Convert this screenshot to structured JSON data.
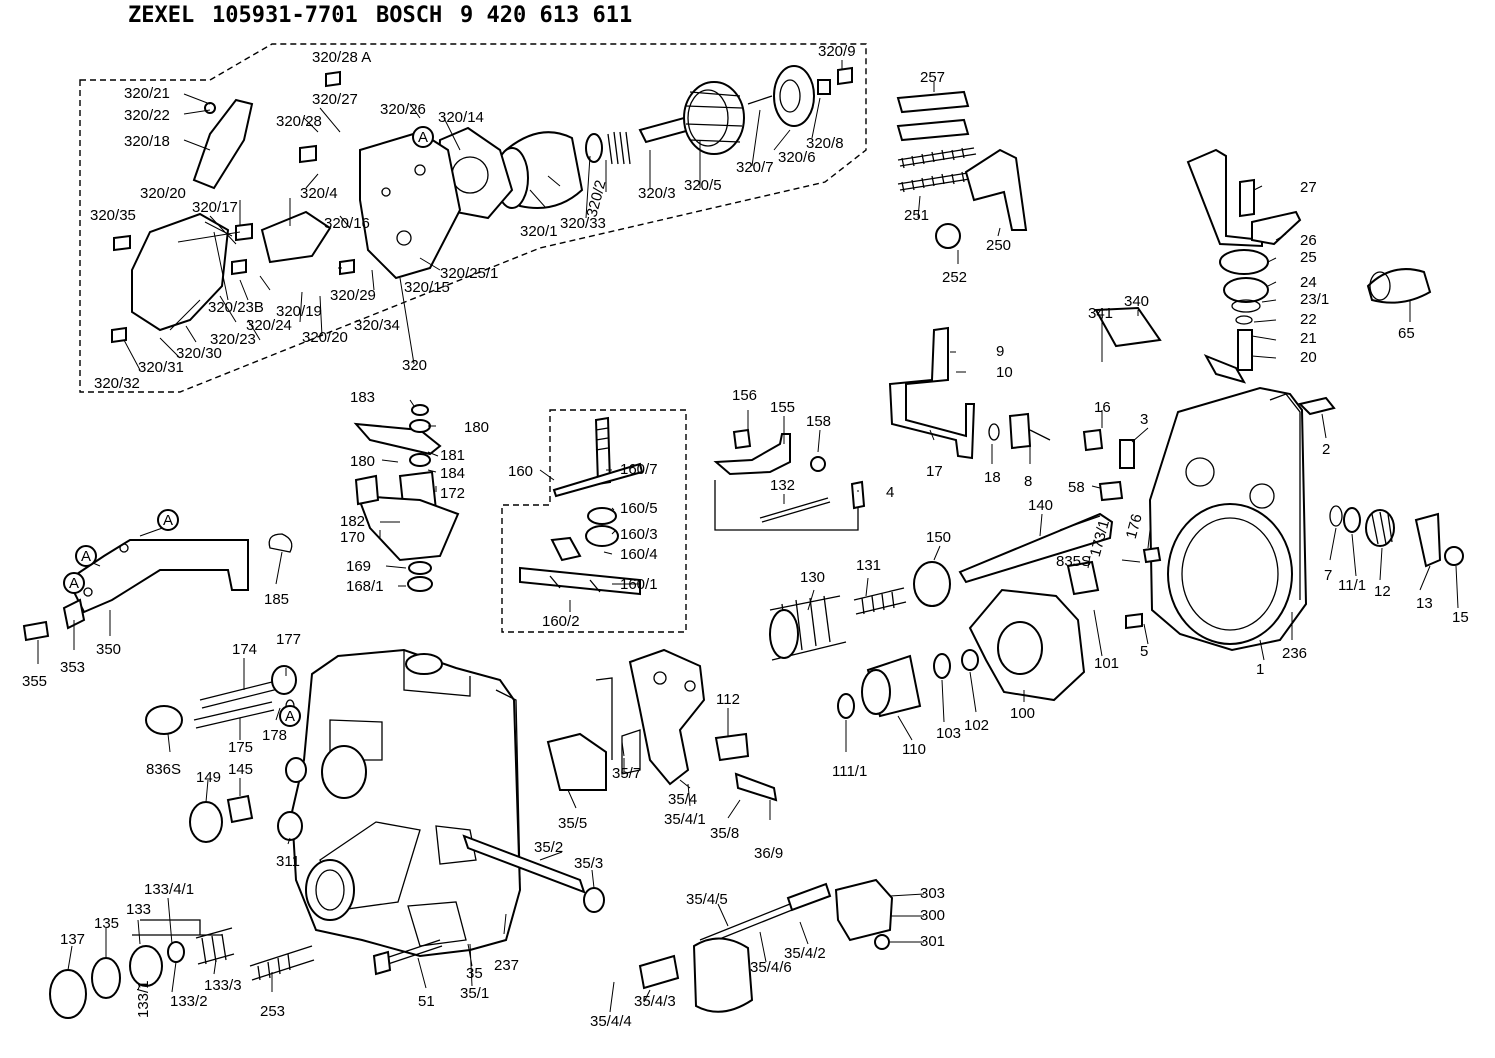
{
  "header": {
    "brand1": "ZEXEL",
    "part1": "105931-7701",
    "brand2": "BOSCH",
    "part2": "9 420 613 611"
  },
  "callouts": [
    {
      "id": "320/28A",
      "text": "320/28 A"
    },
    {
      "id": "320/9",
      "text": "320/9"
    },
    {
      "id": "320/21",
      "text": "320/21"
    },
    {
      "id": "320/27",
      "text": "320/27"
    },
    {
      "id": "320/22",
      "text": "320/22"
    },
    {
      "id": "320/26",
      "text": "320/26"
    },
    {
      "id": "320/14",
      "text": "320/14"
    },
    {
      "id": "320/28",
      "text": "320/28"
    },
    {
      "id": "320/18",
      "text": "320/18"
    },
    {
      "id": "320/8",
      "text": "320/8"
    },
    {
      "id": "320/7",
      "text": "320/7"
    },
    {
      "id": "320/6",
      "text": "320/6"
    },
    {
      "id": "320/5",
      "text": "320/5"
    },
    {
      "id": "320/3",
      "text": "320/3"
    },
    {
      "id": "320/2",
      "text": "320/2"
    },
    {
      "id": "320/4",
      "text": "320/4"
    },
    {
      "id": "320/20a",
      "text": "320/20"
    },
    {
      "id": "320/17",
      "text": "320/17"
    },
    {
      "id": "320/16",
      "text": "320/16"
    },
    {
      "id": "320/33",
      "text": "320/33"
    },
    {
      "id": "320/1",
      "text": "320/1"
    },
    {
      "id": "320/35",
      "text": "320/35"
    },
    {
      "id": "320/25/1",
      "text": "320/25/1"
    },
    {
      "id": "320/29",
      "text": "320/29"
    },
    {
      "id": "320/15",
      "text": "320/15"
    },
    {
      "id": "320/23B",
      "text": "320/23B"
    },
    {
      "id": "320/19",
      "text": "320/19"
    },
    {
      "id": "320/24",
      "text": "320/24"
    },
    {
      "id": "320/34",
      "text": "320/34"
    },
    {
      "id": "320/23",
      "text": "320/23"
    },
    {
      "id": "320/20b",
      "text": "320/20"
    },
    {
      "id": "320/30",
      "text": "320/30"
    },
    {
      "id": "320/31",
      "text": "320/31"
    },
    {
      "id": "320/32",
      "text": "320/32"
    },
    {
      "id": "320",
      "text": "320"
    },
    {
      "id": "257",
      "text": "257"
    },
    {
      "id": "251",
      "text": "251"
    },
    {
      "id": "250",
      "text": "250"
    },
    {
      "id": "252",
      "text": "252"
    },
    {
      "id": "27",
      "text": "27"
    },
    {
      "id": "26",
      "text": "26"
    },
    {
      "id": "25",
      "text": "25"
    },
    {
      "id": "24",
      "text": "24"
    },
    {
      "id": "23/1",
      "text": "23/1"
    },
    {
      "id": "22",
      "text": "22"
    },
    {
      "id": "21",
      "text": "21"
    },
    {
      "id": "20",
      "text": "20"
    },
    {
      "id": "65",
      "text": "65"
    },
    {
      "id": "340",
      "text": "340"
    },
    {
      "id": "341",
      "text": "341"
    },
    {
      "id": "9",
      "text": "9"
    },
    {
      "id": "10",
      "text": "10"
    },
    {
      "id": "16",
      "text": "16"
    },
    {
      "id": "3",
      "text": "3"
    },
    {
      "id": "2",
      "text": "2"
    },
    {
      "id": "17",
      "text": "17"
    },
    {
      "id": "18",
      "text": "18"
    },
    {
      "id": "8",
      "text": "8"
    },
    {
      "id": "58",
      "text": "58"
    },
    {
      "id": "183",
      "text": "183"
    },
    {
      "id": "180a",
      "text": "180"
    },
    {
      "id": "181",
      "text": "181"
    },
    {
      "id": "180b",
      "text": "180"
    },
    {
      "id": "184",
      "text": "184"
    },
    {
      "id": "172",
      "text": "172"
    },
    {
      "id": "182",
      "text": "182"
    },
    {
      "id": "170",
      "text": "170"
    },
    {
      "id": "169",
      "text": "169"
    },
    {
      "id": "168/1",
      "text": "168/1"
    },
    {
      "id": "160",
      "text": "160"
    },
    {
      "id": "160/7",
      "text": "160/7"
    },
    {
      "id": "160/5",
      "text": "160/5"
    },
    {
      "id": "160/3",
      "text": "160/3"
    },
    {
      "id": "160/4",
      "text": "160/4"
    },
    {
      "id": "160/1",
      "text": "160/1"
    },
    {
      "id": "160/2",
      "text": "160/2"
    },
    {
      "id": "156",
      "text": "156"
    },
    {
      "id": "155",
      "text": "155"
    },
    {
      "id": "158",
      "text": "158"
    },
    {
      "id": "132",
      "text": "132"
    },
    {
      "id": "4",
      "text": "4"
    },
    {
      "id": "140",
      "text": "140"
    },
    {
      "id": "176",
      "text": "176"
    },
    {
      "id": "173/1",
      "text": "173/1"
    },
    {
      "id": "835S",
      "text": "835S"
    },
    {
      "id": "7",
      "text": "7"
    },
    {
      "id": "11/1",
      "text": "11/1"
    },
    {
      "id": "12",
      "text": "12"
    },
    {
      "id": "13",
      "text": "13"
    },
    {
      "id": "15",
      "text": "15"
    },
    {
      "id": "236",
      "text": "236"
    },
    {
      "id": "1",
      "text": "1"
    },
    {
      "id": "5",
      "text": "5"
    },
    {
      "id": "101",
      "text": "101"
    },
    {
      "id": "150",
      "text": "150"
    },
    {
      "id": "130",
      "text": "130"
    },
    {
      "id": "131",
      "text": "131"
    },
    {
      "id": "100",
      "text": "100"
    },
    {
      "id": "102",
      "text": "102"
    },
    {
      "id": "103",
      "text": "103"
    },
    {
      "id": "110",
      "text": "110"
    },
    {
      "id": "111/1",
      "text": "111/1"
    },
    {
      "id": "112",
      "text": "112"
    },
    {
      "id": "185",
      "text": "185"
    },
    {
      "id": "350",
      "text": "350"
    },
    {
      "id": "353",
      "text": "353"
    },
    {
      "id": "355",
      "text": "355"
    },
    {
      "id": "174",
      "text": "174"
    },
    {
      "id": "177",
      "text": "177"
    },
    {
      "id": "175",
      "text": "175"
    },
    {
      "id": "178",
      "text": "178"
    },
    {
      "id": "836S",
      "text": "836S"
    },
    {
      "id": "149",
      "text": "149"
    },
    {
      "id": "145",
      "text": "145"
    },
    {
      "id": "311",
      "text": "311"
    },
    {
      "id": "35/5",
      "text": "35/5"
    },
    {
      "id": "35/7",
      "text": "35/7"
    },
    {
      "id": "35/4",
      "text": "35/4"
    },
    {
      "id": "35/4/1",
      "text": "35/4/1"
    },
    {
      "id": "35/8",
      "text": "35/8"
    },
    {
      "id": "36/9",
      "text": "36/9"
    },
    {
      "id": "35/2",
      "text": "35/2"
    },
    {
      "id": "35/3",
      "text": "35/3"
    },
    {
      "id": "303",
      "text": "303"
    },
    {
      "id": "300",
      "text": "300"
    },
    {
      "id": "301",
      "text": "301"
    },
    {
      "id": "35/4/5",
      "text": "35/4/5"
    },
    {
      "id": "35/4/2",
      "text": "35/4/2"
    },
    {
      "id": "35/4/6",
      "text": "35/4/6"
    },
    {
      "id": "35/4/3",
      "text": "35/4/3"
    },
    {
      "id": "35/4/4",
      "text": "35/4/4"
    },
    {
      "id": "133/4/1",
      "text": "133/4/1"
    },
    {
      "id": "133",
      "text": "133"
    },
    {
      "id": "135",
      "text": "135"
    },
    {
      "id": "137",
      "text": "137"
    },
    {
      "id": "133/1",
      "text": "133/1"
    },
    {
      "id": "133/2",
      "text": "133/2"
    },
    {
      "id": "133/3",
      "text": "133/3"
    },
    {
      "id": "253",
      "text": "253"
    },
    {
      "id": "51",
      "text": "51"
    },
    {
      "id": "35",
      "text": "35"
    },
    {
      "id": "35/1",
      "text": "35/1"
    },
    {
      "id": "237",
      "text": "237"
    }
  ],
  "markers": [
    {
      "id": "A1",
      "text": "A"
    },
    {
      "id": "A2",
      "text": "A"
    },
    {
      "id": "A3",
      "text": "A"
    },
    {
      "id": "A4",
      "text": "A"
    },
    {
      "id": "A5",
      "text": "A"
    }
  ]
}
